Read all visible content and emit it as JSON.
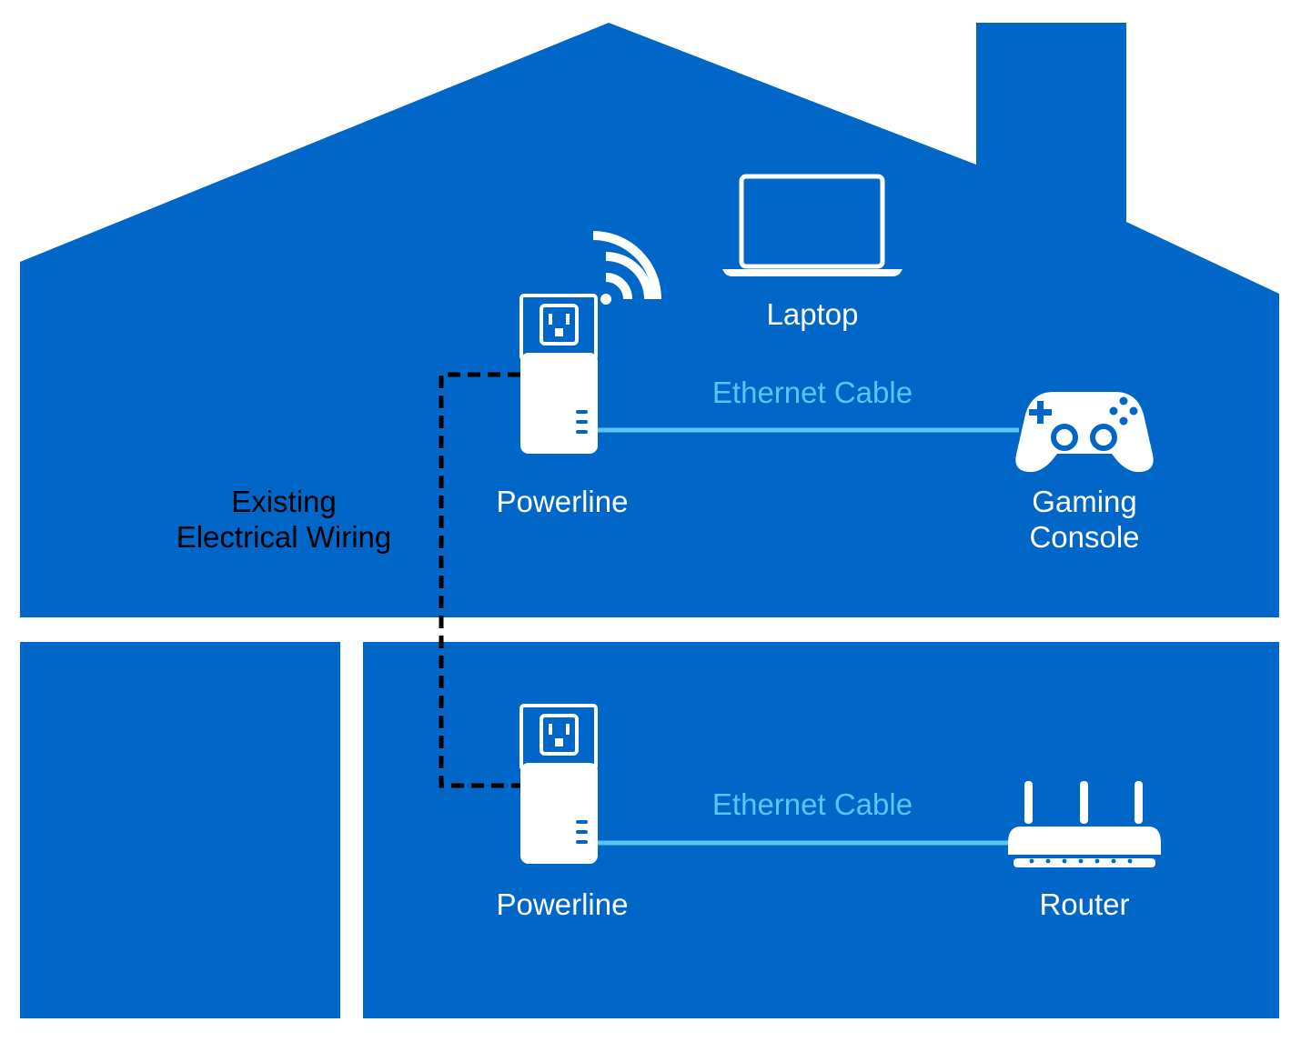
{
  "colors": {
    "house": "#0066c8",
    "cable": "#5cc3f5",
    "device": "#ffffff",
    "wiring": "#000000"
  },
  "labels": {
    "laptop": "Laptop",
    "ethernet_top": "Ethernet Cable",
    "ethernet_bottom": "Ethernet Cable",
    "powerline_top": "Powerline",
    "powerline_bottom": "Powerline",
    "wiring_line1": "Existing",
    "wiring_line2": "Electrical Wiring",
    "console_line1": "Gaming",
    "console_line2": "Console",
    "router": "Router"
  },
  "icons": {
    "laptop": "laptop-icon",
    "wifi": "wifi-icon",
    "outlet": "outlet-icon",
    "adapter": "powerline-adapter-icon",
    "gamepad": "gamepad-icon",
    "router": "router-icon"
  }
}
